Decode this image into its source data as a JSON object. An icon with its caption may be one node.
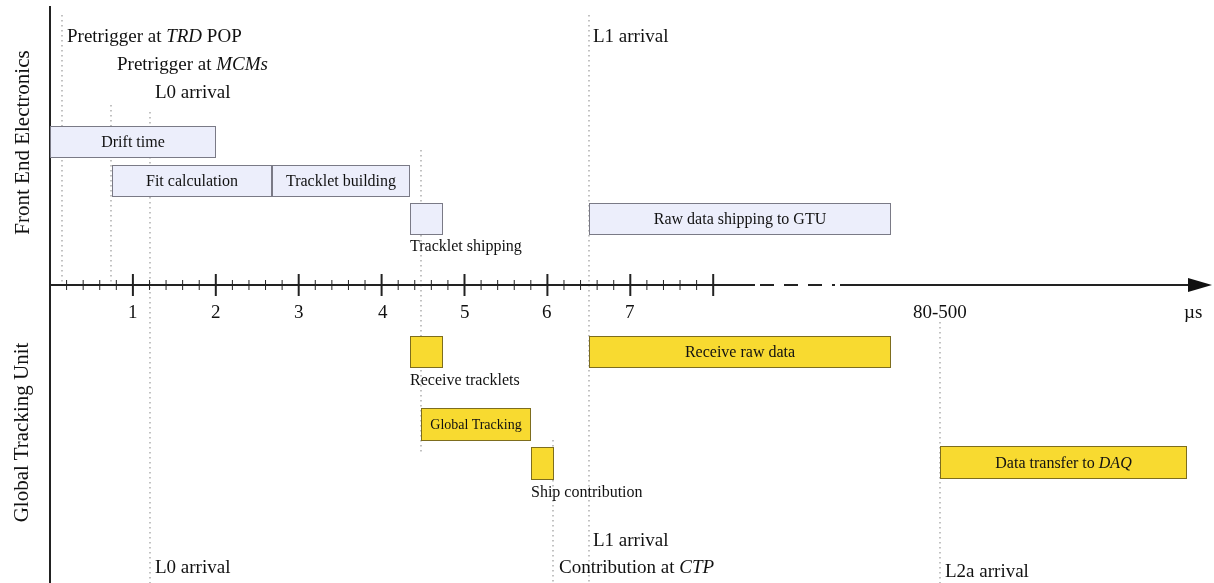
{
  "diagram": {
    "nodes": [
      {
        "text": [
          "Drift time"
        ]
      },
      {
        "text": [
          "Fit calculation"
        ]
      },
      {
        "text": [
          "Tracklet building"
        ]
      },
      {
        "text": [],
        "shape": "box",
        "beside": [
          "Tracklet shipping"
        ]
      },
      {
        "text": [
          "Raw data shipping to GTU"
        ]
      },
      {
        "text": [],
        "shape": "box",
        "beside": [
          "Receive tracklets"
        ]
      },
      {
        "text": [
          "Receive raw data"
        ]
      },
      {
        "text": [
          "Global Tracking"
        ]
      },
      {
        "text": [],
        "shape": "box",
        "beside": [
          "Ship contribution"
        ]
      },
      {
        "text": [
          "Data transfer to *DAQ*"
        ]
      }
    ],
    "edges": [],
    "labels": [
      "Front End Electronics",
      "Pretrigger at *TRD* POP",
      "L1 arrival",
      "Pretrigger at *MCMs*",
      "L0 arrival",
      "1",
      "2",
      "3",
      "4",
      "5",
      "6",
      "7",
      "80-500",
      "µs",
      "Global Tracking Unit",
      "L1 arrival",
      "L0 arrival",
      "Contribution at *CTP*",
      "L2a arrival"
    ]
  }
}
